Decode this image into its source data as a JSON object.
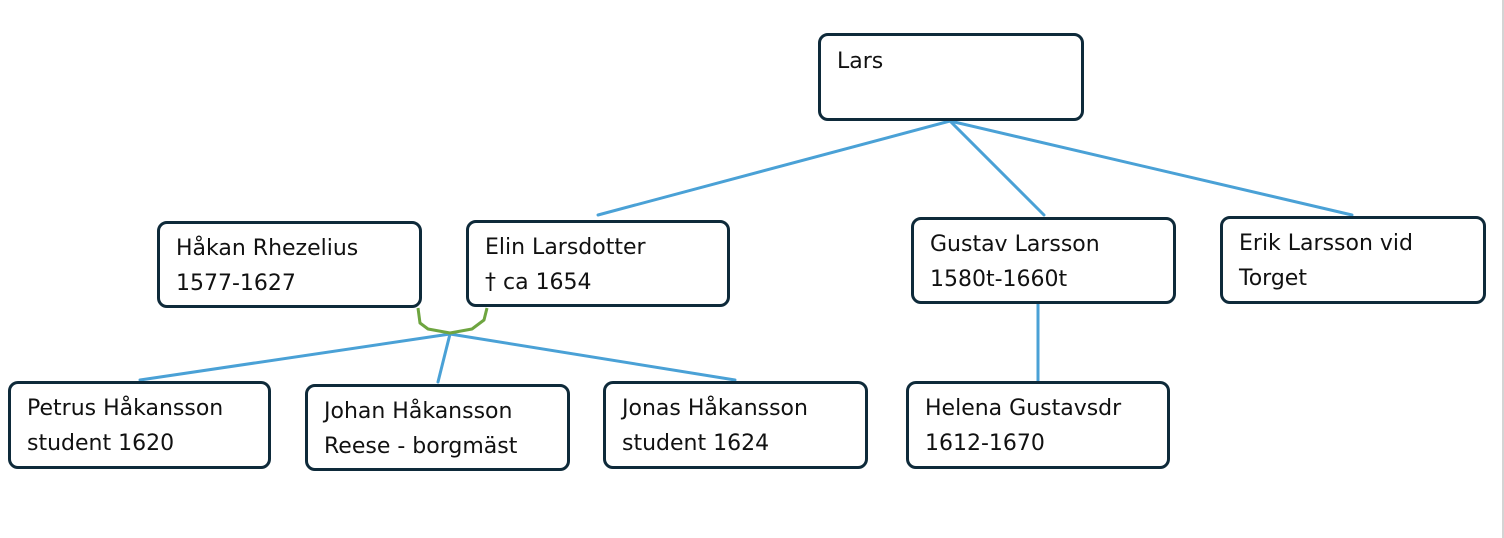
{
  "colors": {
    "box_border": "#0e2a3a",
    "line": "#4aa1d6",
    "couple_line": "#6ea540"
  },
  "people": {
    "lars": {
      "line1": "Lars"
    },
    "hakan": {
      "line1": "Håkan Rhezelius",
      "line2": "1577-1627"
    },
    "elin": {
      "line1": "Elin Larsdotter",
      "line2": "† ca 1654"
    },
    "gustav": {
      "line1": "Gustav Larsson",
      "line2": "1580t-1660t"
    },
    "erik": {
      "line1": "Erik Larsson vid",
      "line2": "Torget"
    },
    "petrus": {
      "line1": "Petrus Håkansson",
      "line2": "student 1620"
    },
    "johan": {
      "line1": "Johan Håkansson",
      "line2": "Reese - borgmäst"
    },
    "jonas": {
      "line1": "Jonas Håkansson",
      "line2": "student 1624"
    },
    "helena": {
      "line1": "Helena Gustavsdr",
      "line2": "1612-1670"
    }
  }
}
